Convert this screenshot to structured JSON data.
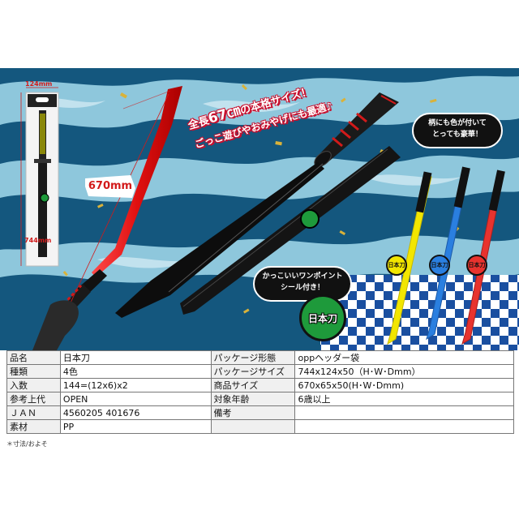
{
  "dimensions": {
    "package_width": "124mm",
    "package_height": "744mm",
    "length_badge": "670mm"
  },
  "headline": {
    "line1_prefix": "全長",
    "line1_highlight": "67㎝",
    "line1_suffix": "の本格サイズ！",
    "line2": "ごっこ遊びやおみやげにも最適♪"
  },
  "callouts": {
    "grip_line1": "柄にも色が付いて",
    "grip_line2": "とっても豪華！",
    "seal_line1": "かっこいいワンポイント",
    "seal_line2": "シール付き！"
  },
  "seal_text": "日本刀",
  "colors": {
    "sky": "#8ec7dc",
    "wave": "#14577e",
    "accent_red": "#d21a1a",
    "seal_green": "#1e9a3b",
    "variant_yellow": "#f2e600",
    "variant_blue": "#2a7fe0",
    "variant_red": "#e8332e"
  },
  "spec_table": {
    "rows": [
      {
        "k1": "品名",
        "v1": "日本刀",
        "k2": "パッケージ形態",
        "v2": "oppヘッダー袋"
      },
      {
        "k1": "種類",
        "v1": "4色",
        "k2": "パッケージサイズ",
        "v2": "744x124x50（H･W･Dmm）"
      },
      {
        "k1": "入数",
        "v1": "144=(12x6)x2",
        "k2": "商品サイズ",
        "v2": "670x65x50(H･W･Dmm)"
      },
      {
        "k1": "参考上代",
        "v1": "OPEN",
        "k2": "対象年齢",
        "v2": "6歳以上"
      },
      {
        "k1": "ＪＡＮ",
        "v1": "4560205 401676",
        "k2": "備考",
        "v2": ""
      },
      {
        "k1": "素材",
        "v1": "PP",
        "k2": "",
        "v2": ""
      }
    ]
  },
  "footnote": "＊寸法/およそ"
}
